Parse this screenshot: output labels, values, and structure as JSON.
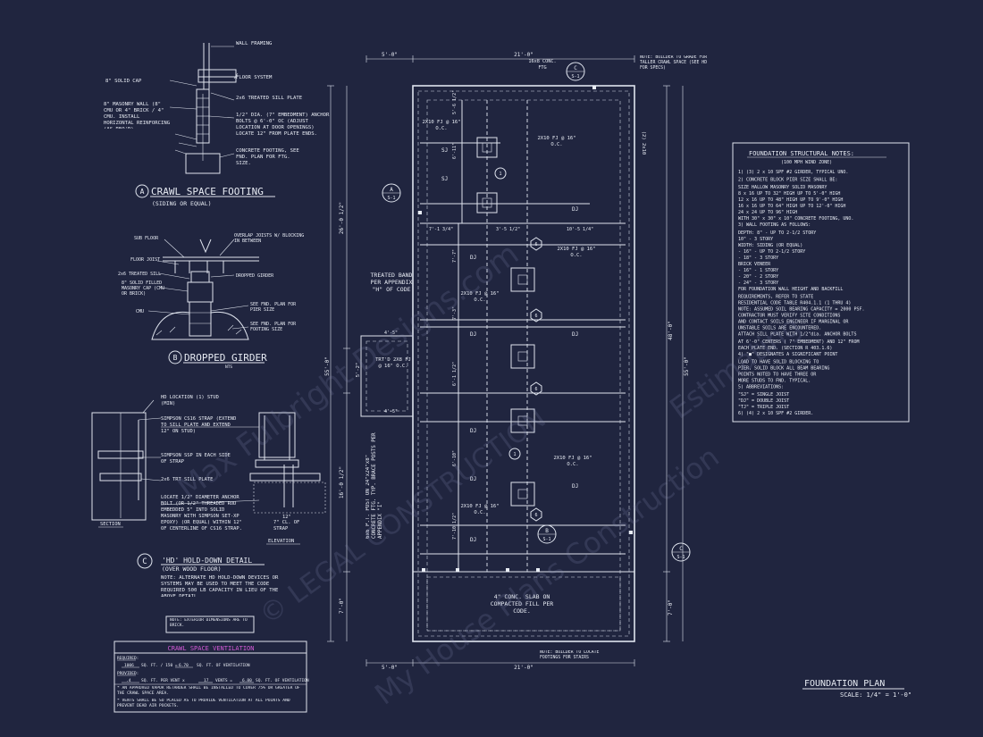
{
  "crawl_footing": {
    "title": "CRAWL SPACE FOOTING",
    "subtitle": "(SIDING OR EQUAL)",
    "marker": "A",
    "notes": [
      "WALL FRAMING",
      "FLOOR SYSTEM",
      "2x6 TREATED SILL PLATE",
      "1/2\" DIA. (7\" EMBEDMENT) ANCHOR BOLTS @ 6'-0\" OC (ADJUST LOCATION AT DOOR OPENINGS) LOCATE 12\" FROM PLATE ENDS.",
      "CONCRETE FOOTING, SEE FND. PLAN FOR FTG. SIZE.",
      "8\" SOLID CAP",
      "8\" MASONRY WALL (8\" CMU OR 4\" BRICK / 4\" CMU. INSTALL HORIZONTAL REINFORCING (AS REQ'D)"
    ]
  },
  "dropped_girder": {
    "title": "DROPPED GIRDER",
    "scale": "NTS",
    "marker": "B",
    "notes": [
      "SUB FLOOR",
      "FLOOR JOIST",
      "2x6 TREATED SILL",
      "8\" SOLID FILLED MASONRY CAP (CMU OR BRICK)",
      "CMU",
      "OVERLAP JOISTS W/ BLOCKING IN BETWEEN",
      "DROPPED GIRDER",
      "SEE FND. PLAN FOR PIER SIZE",
      "SEE FND. PLAN FOR FOOTING SIZE"
    ]
  },
  "hold_down": {
    "title": "'HD' HOLD-DOWN DETAIL",
    "subtitle": "(OVER WOOD FLOOR)",
    "marker": "C",
    "notes": [
      "HD LOCATION (1) STUD (MIN)",
      "SIMPSON CS16 STRAP (EXTEND TO SILL PLATE AND EXTEND 12\" ON STUD)",
      "SIMPSON SSP IN EACH SIDE OF STRAP",
      "2x6 TRT SILL PLATE",
      "LOCATE 1/2\" DIAMETER ANCHOR BOLT (OR 1/2\" THREADED ROD EMBEDDED 5\" INTO SOLID MASONRY WITH SIMPSON SET-XP EPOXY) (OR EQUAL) WITHIN 12\" OF CENTERLINE OF CS16 STRAP.",
      "12\"",
      "7\" CL. OF STRAP"
    ],
    "section_label": "SECTION",
    "elevation_label": "ELEVATION",
    "alt_note": "NOTE: ALTERNATE HD HOLD-DOWN DEVICES OR SYSTEMS MAY BE USED TO MEET THE CODE REQUIRED 500 LB CAPACITY IN LIEU OF THE ABOVE DETAIL."
  },
  "ext_note": "NOTE: EXTERIOR DIMENSIONS ARE TO BRICK.",
  "ventilation": {
    "title": "CRAWL SPACE VENTILATION",
    "required_label": "REQUIRED:",
    "req_line": "SQ. FT. / 150 =",
    "req_val1": "1006",
    "req_val2": "6.70",
    "req_unit": "SQ. FT. OF VENTILATION",
    "provided_label": "PROVIDED:",
    "prov_val1": ".4",
    "prov_line1": "SQ. FT. PER VENT x",
    "prov_val2": "17",
    "prov_line2": "VENTS =",
    "prov_val3": "6.80",
    "prov_unit": "SQ. FT. OF VENTILATION",
    "bullets": [
      "* AN APPROVED VAPOR RETARDER SHALL BE INSTALLED TO COVER 75% OR GREATER OF THE CRAWL SPACE AREA.",
      "* VENTS SHALL BE SO PLACED AS TO PROVIDE VENTILATION AT ALL POINTS AND PREVENT DEAD AIR POCKETS."
    ]
  },
  "plan": {
    "title": "FOUNDATION PLAN",
    "scale": "SCALE: 1/4\" = 1'-0\"",
    "dims": {
      "top_left": "5'-0\"",
      "top_right": "21'-0\"",
      "bot_left": "5'-0\"",
      "bot_right": "21'-0\"",
      "left_total": "55'-0\"",
      "left_upper": "26'-0 1/2\"",
      "left_lower": "16'-0 1/2\"",
      "left_bottom": "7'-0\"",
      "right_total": "55'-0\"",
      "right_inner": "48'-0\"",
      "right_bottom": "7'-0\"",
      "mid1": "7'-1 3/4\"",
      "mid2": "3'-5 1/2\"",
      "mid3": "10'-5 1/4\"",
      "d41": "4'-5\"",
      "d42": "4'-5\"",
      "d52": "5'-2\"",
      "d6a": "6'-11\"",
      "d6b": "6'-1 1/2\"",
      "d6c": "6'-10\"",
      "d7": "7'-7\"",
      "d73": "7'-3\"",
      "d710": "7'-10 1/2\"",
      "d5": "5'-6 1/2\""
    },
    "top_note": "NOTE: BUILDER TO GRADE FOR TALLER CRAWL SPACE (SEE HD FOR SPECS)",
    "bot_note": "NOTE: BUILDER TO LOCATE FOOTINGS FOR STAIRS",
    "ftg_label": "16x8 CONC. FTG",
    "girder_label": "(2) 2x10",
    "fj_labels": [
      "2X10 FJ @ 16\" O.C.",
      "2X10 FJ @ 16\" O.C.",
      "2X10 FJ @ 16\" O.C.",
      "2X10 FJ @ 16\" O.C.",
      "2X10 FJ @ 16\" O.C.",
      "2X10 FJ @ 16\" O.C.",
      "2X10 FJ @ 16\" O.C."
    ],
    "trtd": "TRT'D 2X8 FJ @ 16\" O.C.",
    "treated_band": "TREATED BAND PER APPENDIX \"H\" OF CODE",
    "post_note": "6x6 P.T. POST ON 24\"x24\"x8\" CONCRETE FTG. TYP. BRACE POSTS PER APPENDIX \"I\"",
    "slab_note": "4\" CONC. SLAB ON COMPACTED FILL PER CODE.",
    "sj": "SJ",
    "dj": "DJ",
    "markers": [
      {
        "l": "A",
        "s": "S-1"
      },
      {
        "l": "B",
        "s": "S-1"
      },
      {
        "l": "C",
        "s": "S-1"
      },
      {
        "l": "C",
        "s": "S-1"
      }
    ],
    "hex": "6",
    "circle1": "1"
  },
  "notes_panel": {
    "title": "FOUNDATION STRUCTURAL NOTES:",
    "sub": "(100 MPH WIND ZONE)",
    "items": [
      "1) (3) 2 x 10 SPF #2 GIRDER, TYPICAL UNO.",
      "2) CONCRETE BLOCK PIER SIZE SHALL BE:",
      "   SIZE     HALLOW MASONRY    SOLID MASONRY",
      "   8 x 16     UP TO 32\" HIGH     UP TO 5'-0\" HIGH",
      "   12 x 16    UP TO 48\" HIGH     UP TO 9'-0\" HIGH",
      "   16 x 16    UP TO 64\" HIGH     UP TO 12'-0\" HIGH",
      "   24 x 24    UP TO 96\" HIGH",
      "   WITH 30\" x 30\" x 10\" CONCRETE FOOTING, UNO.",
      "3) WALL FOOTING AS FOLLOWS:",
      "   DEPTH:  8\" - UP TO 2-1/2 STORY",
      "           10\" - 3 STORY",
      "   WIDTH:  SIDING (OR EQUAL)",
      "           - 16\" - UP TO 2-1/2 STORY",
      "           - 18\" - 3 STORY",
      "           BRICK VENEER",
      "           - 16\" - 1 STORY",
      "           - 20\" - 2 STORY",
      "           - 24\" - 3 STORY",
      "FOR FOUNDATION WALL HEIGHT AND BACKFILL",
      "REQUIREMENTS, REFER TO STATE",
      "RESIDENTIAL CODE TABLE R404.1.1 (1 THRU 4)",
      "NOTE: ASSUMED SOIL BEARING CAPACITY = 2000 PSF.",
      "CONTRACTOR MUST VERIFY SITE CONDITIONS",
      "AND CONTACT SOILS ENGINEER IF MARGINAL OR",
      "UNSTABLE SOILS ARE ENCOUNTERED.",
      "ATTACH SILL PLATE WITH 1/2\"dia. ANCHOR BOLTS",
      "AT 6'-0\" CENTERS ( 7\" EMBEDMENT) AND 12\" FROM",
      "EACH PLATE END. (SECTION R 403.1.6)",
      "4) \"■\" DESIGNATES A SIGNIFICANT POINT",
      "   LOAD TO HAVE SOLID BLOCKING TO",
      "   PIER, SOLID BLOCK ALL BEAM BEARING",
      "   POINTS NOTED TO HAVE THREE OR",
      "   MORE STUDS TO FND. TYPICAL.",
      "5) ABBREVIATIONS:",
      "   \"SJ\" = SINGLE JOIST",
      "   \"DJ\" = DOUBLE JOIST",
      "   \"TJ\" = TRIPLE JOIST",
      "6) (4) 2 x 10 SPF #2 GIRDER."
    ]
  },
  "watermark": [
    "Max Fulbright Designs.com",
    "© LEGAL CONSTRUCTION",
    "My House Plans Construction",
    "Estimating"
  ]
}
